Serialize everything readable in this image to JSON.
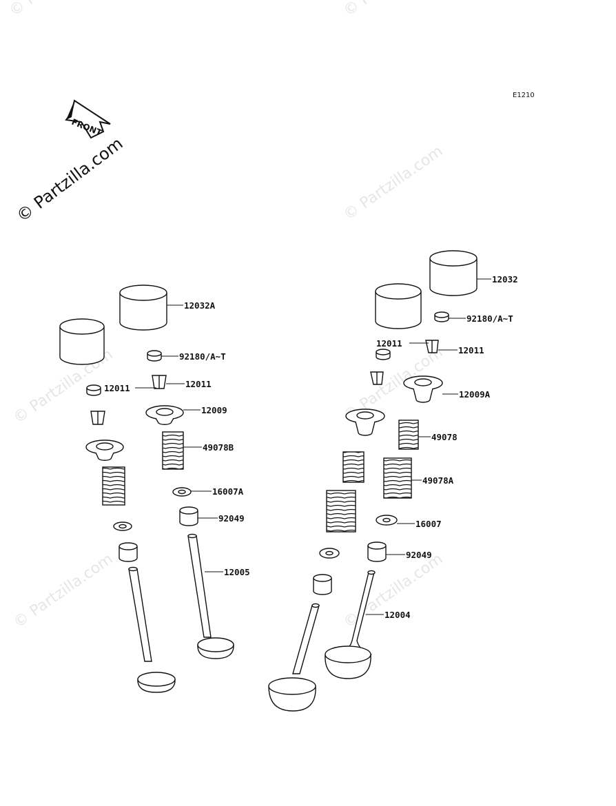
{
  "diagram_code": "E1210",
  "front_arrow_label": "FRONT",
  "copyright_watermark": "© Partzilla.com",
  "labels": {
    "tappet_exhaust": "12032",
    "shim_exhaust": "92180/A~T",
    "keeper_exhaust_left": "12011",
    "keeper_exhaust_right": "12011",
    "retainer_exhaust": "12009A",
    "spring_inner_exhaust": "49078",
    "spring_outer_exhaust": "49078A",
    "seat_exhaust": "16007",
    "seal_exhaust": "92049",
    "valve_exhaust": "12004",
    "tappet_intake": "12032A",
    "shim_intake": "92180/A~T",
    "keeper_intake": "12011",
    "keeper_intake_left": "12011",
    "retainer_intake": "12009",
    "spring_intake": "49078B",
    "seat_intake": "16007A",
    "seal_intake": "92049",
    "valve_intake": "12005"
  }
}
